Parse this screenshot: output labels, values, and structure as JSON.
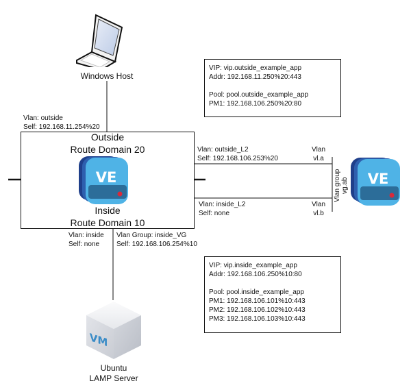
{
  "windows_host": {
    "label": "Windows Host"
  },
  "outside_vlan": {
    "vlan": "Vlan: outside",
    "self": "Self: 192.168.11.254%20"
  },
  "route_domain_box": {
    "outside_title": "Outside",
    "outside_rd": "Route Domain 20",
    "inside_title": "Inside",
    "inside_rd": "Route Domain 10",
    "icon_text": "VE"
  },
  "outside_vip_box": {
    "lines": [
      "VIP: vip.outside_example_app",
      "Addr: 192.168.11.250%20:443",
      "",
      "Pool: pool.outside_example_app",
      "PM1: 192.168.106.250%20:80"
    ]
  },
  "outside_l2": {
    "vlan": "Vlan: outside_L2",
    "self": "Self: 192.168.106.253%20"
  },
  "inside_l2": {
    "vlan": "Vlan: inside_L2",
    "self": "Self: none"
  },
  "vlan_a": {
    "line1": "Vlan",
    "line2": "vl.a"
  },
  "vlan_b": {
    "line1": "Vlan",
    "line2": "vl.b"
  },
  "vlan_group": {
    "line1": "Vlan group",
    "line2": "vg.ab"
  },
  "right_ve": {
    "icon_text": "VE"
  },
  "inside_vlan": {
    "vlan": "Vlan: inside",
    "self": "Self: none"
  },
  "inside_vg": {
    "vlan": "Vlan Group: inside_VG",
    "self": "Self: 192.168.106.254%10"
  },
  "inside_vip_box": {
    "lines": [
      "VIP: vip.inside_example_app",
      "Addr: 192.168.106.250%10:80",
      "",
      "Pool: pool.inside_example_app",
      "PM1: 192.168.106.101%10:443",
      "PM2: 192.168.106.102%10:443",
      "PM3: 192.168.106.103%10:443"
    ]
  },
  "ubuntu_server": {
    "line1": "Ubuntu",
    "line2": "LAMP Server",
    "icon_text": "VM"
  },
  "colors": {
    "ve_dark": "#1f3f8a",
    "ve_mid": "#2e77c4",
    "ve_light": "#4fb3e6",
    "f5_red": "#d92a3a"
  }
}
